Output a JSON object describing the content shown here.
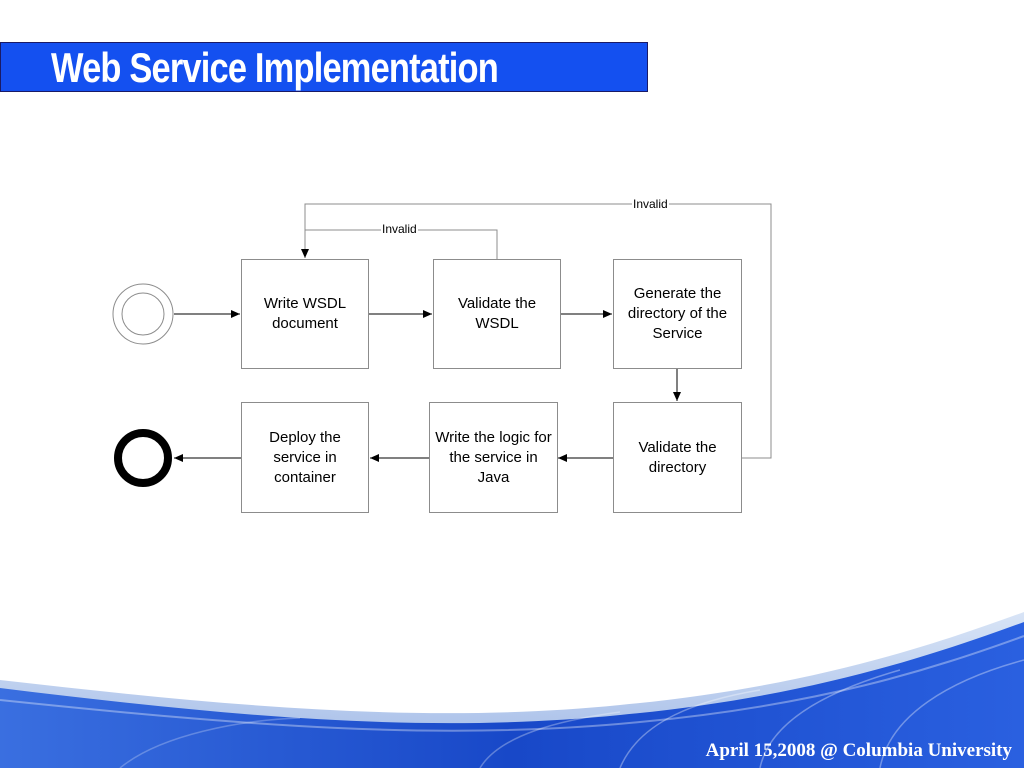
{
  "slide": {
    "title": "Web Service Implementation",
    "footer": "April 15,2008 @ Columbia University"
  },
  "nodes": {
    "write_wsdl": "Write WSDL document",
    "validate_wsdl": "Validate the WSDL",
    "generate_directory": "Generate the directory of the Service",
    "validate_directory": "Validate the directory",
    "write_logic": "Write the logic for the service in Java",
    "deploy": "Deploy the service in container"
  },
  "edges": {
    "invalid_inner": "Invalid",
    "invalid_outer": "Invalid"
  },
  "colors": {
    "banner": "#1450f0",
    "footer_wave": "#1a4fd0"
  }
}
